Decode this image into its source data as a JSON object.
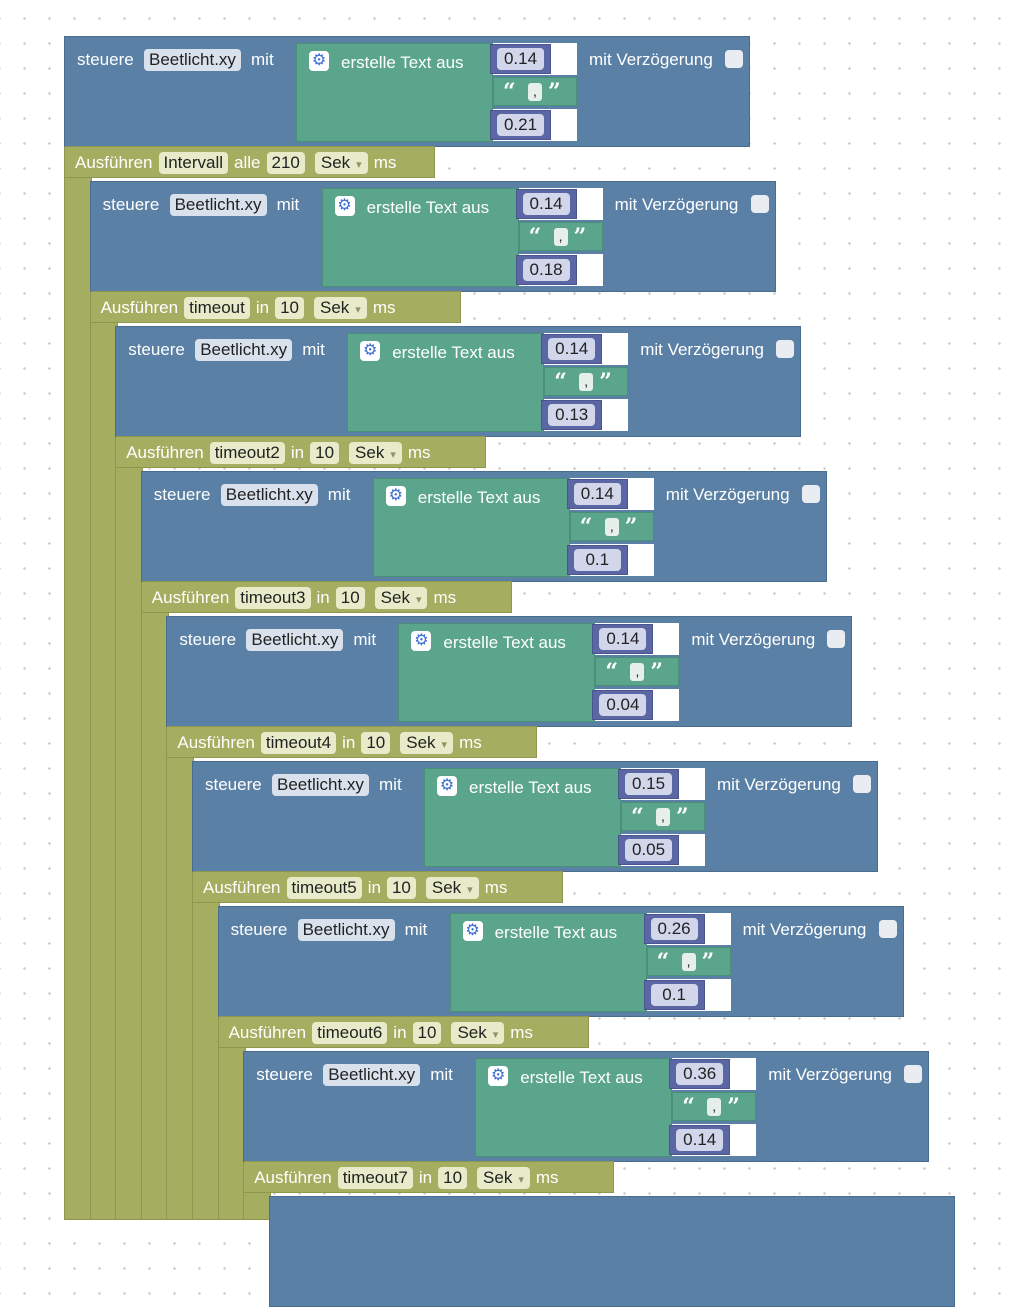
{
  "labels": {
    "control": "steuere",
    "with": "mit",
    "create_text": "erstelle Text aus",
    "delay": "mit Verzögerung",
    "run": "Ausführen",
    "interval_word": "alle",
    "timeout_word": "in",
    "unit_sec": "Sek",
    "unit_ms": "ms"
  },
  "device": "Beetlicht.xy",
  "separator": ",",
  "colors": {
    "control_block": "#5b80a5",
    "exec_block": "#a5ad60",
    "text_join_block": "#5ba58c",
    "number_block": "#5b67a5",
    "gear_icon": "#3c6fd3"
  },
  "steps": [
    {
      "a": "0.14",
      "b": "0.21",
      "timer": "Intervall",
      "time": "210",
      "unit_sel": "Sek"
    },
    {
      "a": "0.14",
      "b": "0.18",
      "timer": "timeout",
      "time": "10",
      "unit_sel": "Sek"
    },
    {
      "a": "0.14",
      "b": "0.13",
      "timer": "timeout2",
      "time": "10",
      "unit_sel": "Sek"
    },
    {
      "a": "0.14",
      "b": "0.1",
      "timer": "timeout3",
      "time": "10",
      "unit_sel": "Sek"
    },
    {
      "a": "0.14",
      "b": "0.04",
      "timer": "timeout4",
      "time": "10",
      "unit_sel": "Sek"
    },
    {
      "a": "0.15",
      "b": "0.05",
      "timer": "timeout5",
      "time": "10",
      "unit_sel": "Sek"
    },
    {
      "a": "0.26",
      "b": "0.1",
      "timer": "timeout6",
      "time": "10",
      "unit_sel": "Sek"
    },
    {
      "a": "0.36",
      "b": "0.14",
      "timer": "timeout7",
      "time": "10",
      "unit_sel": "Sek"
    }
  ]
}
